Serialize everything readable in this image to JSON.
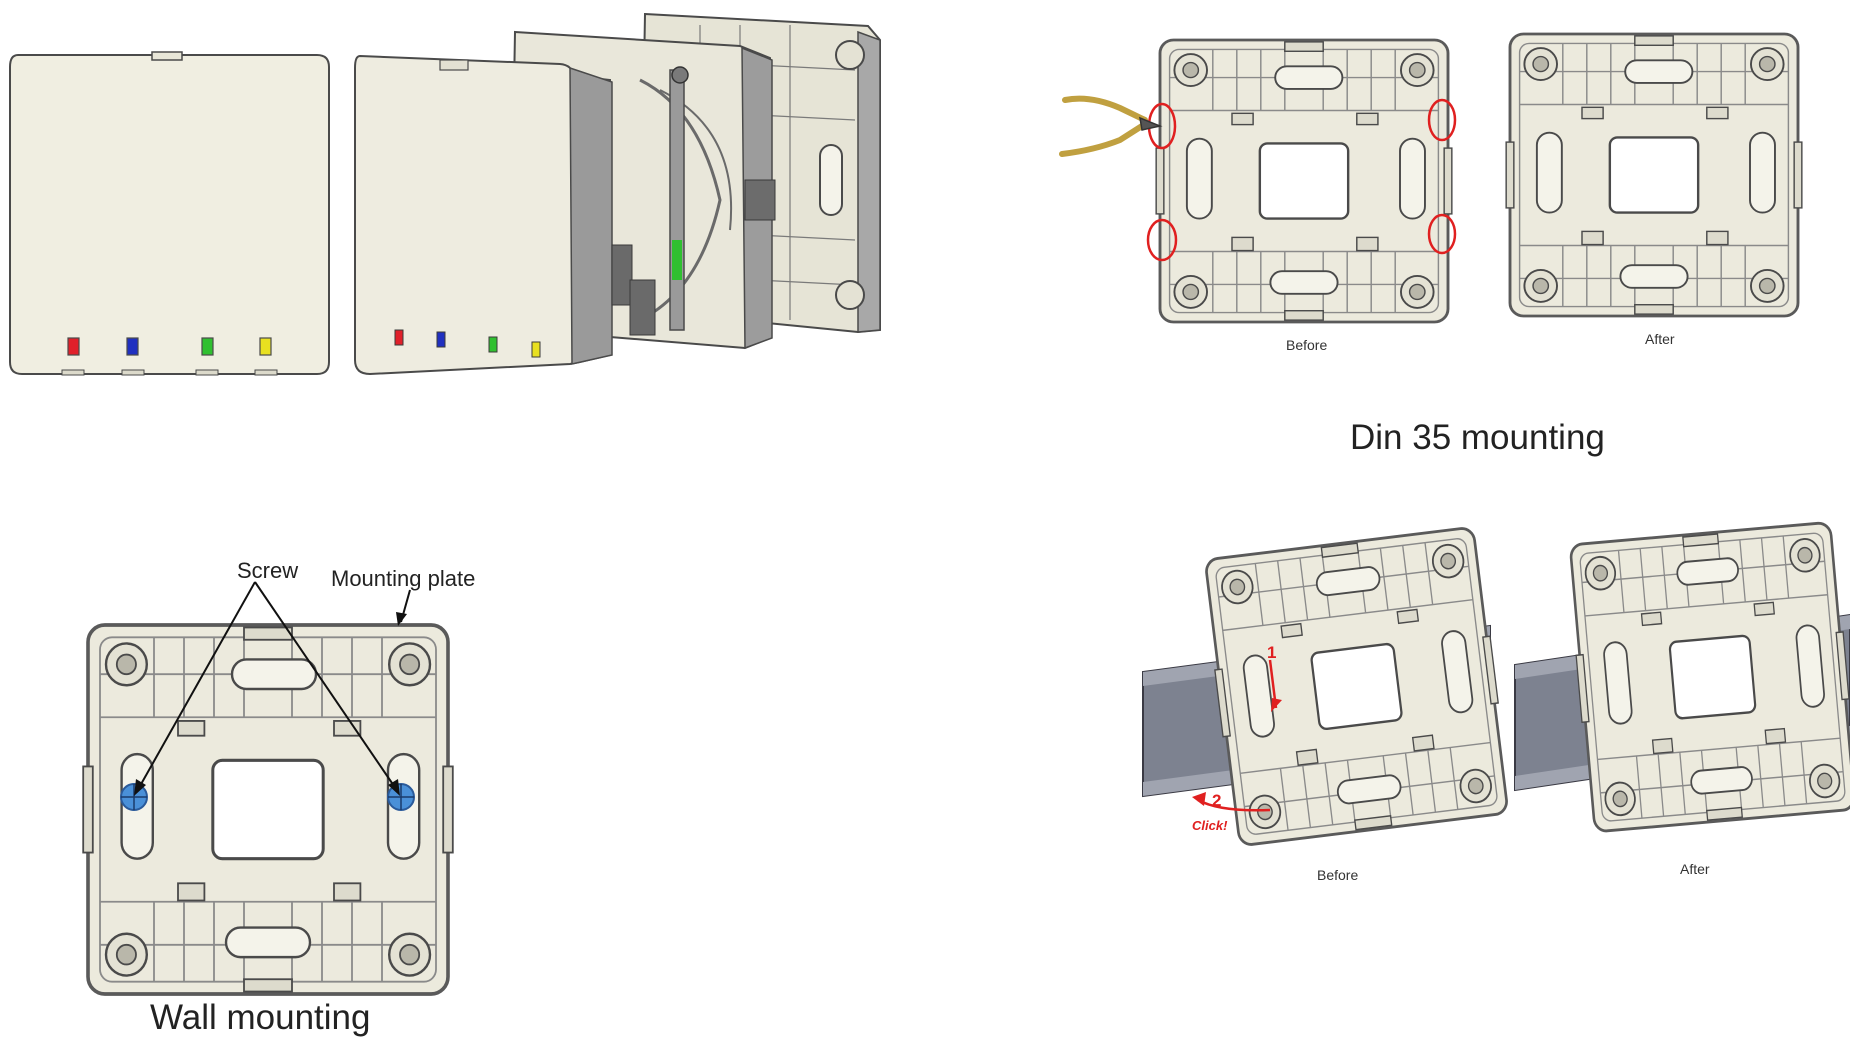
{
  "wall": {
    "title": "Wall mounting",
    "screw_label": "Screw",
    "plate_label": "Mounting plate"
  },
  "din_cut": {
    "before_label": "Before",
    "after_label": "After"
  },
  "din_title": "Din 35 mounting",
  "din_rail": {
    "before_label": "Before",
    "after_label": "After",
    "step1": "1",
    "step2": "2",
    "click_label": "Click!"
  },
  "colors": {
    "plate": "#eceadd",
    "outline": "#5a5a5a",
    "led_red": "#e0202a",
    "led_blue": "#2030c0",
    "led_green": "#30c030",
    "led_yellow": "#e8e020",
    "rail": "#7d8290",
    "annot": "#e02020",
    "screw": "#4a90d8"
  },
  "icons": [
    "pliers-icon",
    "screw-icon",
    "arrow-icon"
  ]
}
